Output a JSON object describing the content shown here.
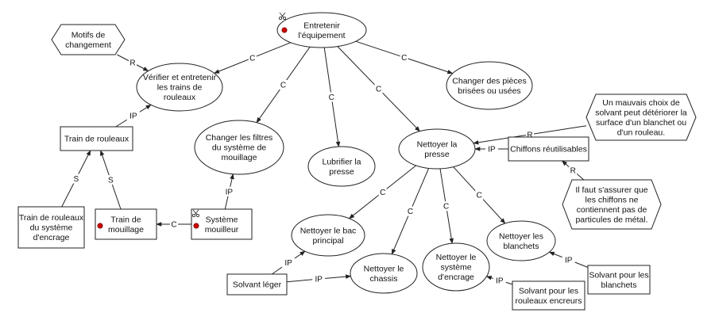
{
  "colors": {
    "stroke": "#222222",
    "marker": "#cc0000",
    "background": "#ffffff"
  },
  "nodes": {
    "entretenir": {
      "lines": [
        "Entretenir",
        "l'équipement"
      ],
      "marker": true,
      "tool_icon": "scissors-icon"
    },
    "motifs": {
      "lines": [
        "Motifs de",
        "changement"
      ]
    },
    "verifier": {
      "lines": [
        "Vérifier et entretenir",
        "les trains de",
        "rouleaux"
      ]
    },
    "changer_pieces": {
      "lines": [
        "Changer des pièces",
        "brisées ou usées"
      ]
    },
    "mauvais_choix": {
      "lines": [
        "Un mauvais choix de",
        "solvant peut détériorer la",
        "surface d'un blanchet ou",
        "d'un rouleau."
      ]
    },
    "train": {
      "lines": [
        "Train de rouleaux"
      ]
    },
    "changer_filtres": {
      "lines": [
        "Changer les filtres",
        "du système de",
        "mouillage"
      ]
    },
    "lubrifier": {
      "lines": [
        "Lubrifier la",
        "presse"
      ]
    },
    "nettoyer_presse": {
      "lines": [
        "Nettoyer la",
        "presse"
      ]
    },
    "chiffons": {
      "lines": [
        "Chiffons réutilisables"
      ]
    },
    "il_faut": {
      "lines": [
        "Il faut s'assurer que",
        "les chiffons ne",
        "contiennent pas de",
        "particules de métal."
      ]
    },
    "train_encrage": {
      "lines": [
        "Train de rouleaux",
        "du système",
        "d'encrage"
      ]
    },
    "train_mouillage": {
      "lines": [
        "Train de",
        "mouillage"
      ],
      "marker": true
    },
    "systeme_mouilleur": {
      "lines": [
        "Système",
        "mouilleur"
      ],
      "marker": true,
      "tool_icon": "scissors-icon"
    },
    "nettoyer_bac": {
      "lines": [
        "Nettoyer le bac",
        "principal"
      ]
    },
    "nettoyer_chassis": {
      "lines": [
        "Nettoyer le",
        "chassis"
      ]
    },
    "nettoyer_encrage": {
      "lines": [
        "Nettoyer le",
        "système",
        "d'encrage"
      ]
    },
    "nettoyer_blanchets": {
      "lines": [
        "Nettoyer les",
        "blanchets"
      ]
    },
    "solvant_leger": {
      "lines": [
        "Solvant léger"
      ]
    },
    "solvant_rouleaux": {
      "lines": [
        "Solvant pour les",
        "rouleaux encreurs"
      ]
    },
    "solvant_blanchets": {
      "lines": [
        "Solvant pour les",
        "blanchets"
      ]
    }
  },
  "edges": [
    {
      "from": "entretenir",
      "to": "verifier",
      "label": "C"
    },
    {
      "from": "entretenir",
      "to": "changer_filtres",
      "label": "C"
    },
    {
      "from": "entretenir",
      "to": "lubrifier",
      "label": "C"
    },
    {
      "from": "entretenir",
      "to": "nettoyer_presse",
      "label": "C"
    },
    {
      "from": "entretenir",
      "to": "changer_pieces",
      "label": "C"
    },
    {
      "from": "motifs",
      "to": "verifier",
      "label": "R"
    },
    {
      "from": "train",
      "to": "verifier",
      "label": "IP"
    },
    {
      "from": "train_encrage",
      "to": "train",
      "label": "S"
    },
    {
      "from": "train_mouillage",
      "to": "train",
      "label": "S"
    },
    {
      "from": "systeme_mouilleur",
      "to": "train_mouillage",
      "label": "C"
    },
    {
      "from": "systeme_mouilleur",
      "to": "changer_filtres",
      "label": "IP"
    },
    {
      "from": "mauvais_choix",
      "to": "nettoyer_presse",
      "label": "R"
    },
    {
      "from": "chiffons",
      "to": "nettoyer_presse",
      "label": "IP"
    },
    {
      "from": "il_faut",
      "to": "chiffons",
      "label": "R"
    },
    {
      "from": "nettoyer_presse",
      "to": "nettoyer_bac",
      "label": "C"
    },
    {
      "from": "nettoyer_presse",
      "to": "nettoyer_chassis",
      "label": "C"
    },
    {
      "from": "nettoyer_presse",
      "to": "nettoyer_encrage",
      "label": "C"
    },
    {
      "from": "nettoyer_presse",
      "to": "nettoyer_blanchets",
      "label": "C"
    },
    {
      "from": "solvant_leger",
      "to": "nettoyer_bac",
      "label": "IP"
    },
    {
      "from": "solvant_leger",
      "to": "nettoyer_chassis",
      "label": "IP"
    },
    {
      "from": "solvant_rouleaux",
      "to": "nettoyer_encrage",
      "label": "IP"
    },
    {
      "from": "solvant_blanchets",
      "to": "nettoyer_blanchets",
      "label": "IP"
    }
  ]
}
